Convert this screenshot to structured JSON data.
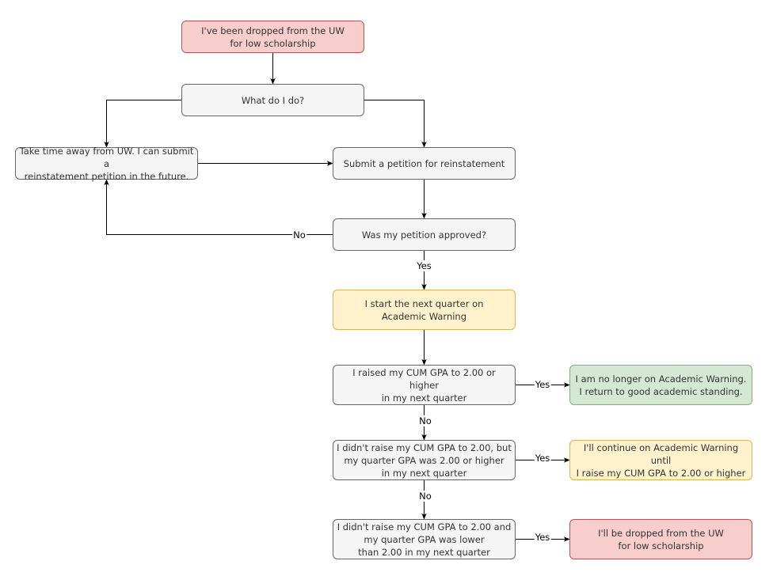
{
  "nodes": {
    "dropped_start": "I've been dropped from the UW\nfor low scholarship",
    "what_do": "What do I do?",
    "time_away": "Take time away from UW. I can submit a\nreinstatement petition in the future.",
    "submit_petition": "Submit a petition for reinstatement",
    "approved": "Was my petition approved?",
    "academic_warning": "I start the next quarter on\nAcademic Warning",
    "raised_cum": "I raised my CUM GPA to 2.00 or higher\nin my next quarter",
    "good_standing": "I am no longer on Academic Warning.\nI return to good academic standing.",
    "quarter_gpa_ok": "I didn't raise my CUM GPA to 2.00, but\nmy quarter GPA was 2.00 or higher\nin my next quarter",
    "continue_warning": "I'll continue on Academic Warning until\nI raise my CUM GPA to 2.00 or higher",
    "quarter_gpa_low": "I didn't raise my CUM GPA to 2.00 and\nmy quarter GPA was lower\nthan 2.00 in my next quarter",
    "dropped_end": "I'll be dropped from the UW\nfor low scholarship"
  },
  "edge_labels": {
    "no_petition": "No",
    "yes_petition": "Yes",
    "yes_raised": "Yes",
    "no_raised": "No",
    "yes_quarter_ok": "Yes",
    "no_quarter_ok": "No",
    "yes_quarter_low": "Yes"
  },
  "colors": {
    "default_fill": "#f5f5f5",
    "default_stroke": "#666666",
    "red_fill": "#f8cecc",
    "red_stroke": "#b85450",
    "yellow_fill": "#fff2cc",
    "yellow_stroke": "#d6b656",
    "green_fill": "#d5e8d4",
    "green_stroke": "#82b366",
    "edge": "#000000"
  }
}
